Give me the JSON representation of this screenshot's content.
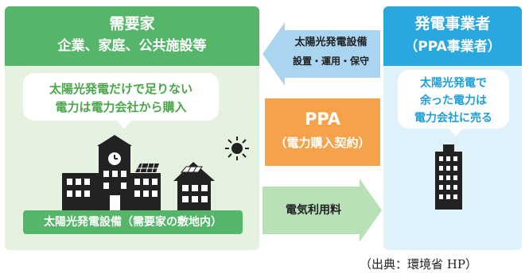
{
  "consumer": {
    "title": "需要家",
    "subtitle": "企業、家庭、公共施設等",
    "bubble_line1": "太陽光発電だけで足りない",
    "bubble_line2": "電力は電力会社から購入",
    "solar_label": "太陽光発電設備（需要家の敷地内）"
  },
  "operator": {
    "title": "発電事業者",
    "subtitle": "（PPA事業者）",
    "bubble_line1": "太陽光発電で",
    "bubble_line2": "余った電力は",
    "bubble_line3": "電力会社に売る"
  },
  "ppa": {
    "title": "PPA",
    "subtitle": "（電力購入契約）"
  },
  "flows": {
    "blue_arrow_line1": "太陽光発電設備",
    "blue_arrow_line2": "設置・運用・保守",
    "green_arrow_label": "電気利用料"
  },
  "source": "（出典：環境省 HP）",
  "colors": {
    "consumer_green": "#55b66a",
    "consumer_bg": "#e6f2e0",
    "operator_blue": "#29a8e0",
    "operator_bg": "#dff1fb",
    "ppa_orange": "#f5a24a",
    "arrow_blue": "#a9d5f0",
    "arrow_green": "#b9e0b6"
  },
  "icons": [
    "school-building-icon",
    "solar-panel-icon",
    "house-icon",
    "sun-icon",
    "office-building-icon"
  ]
}
